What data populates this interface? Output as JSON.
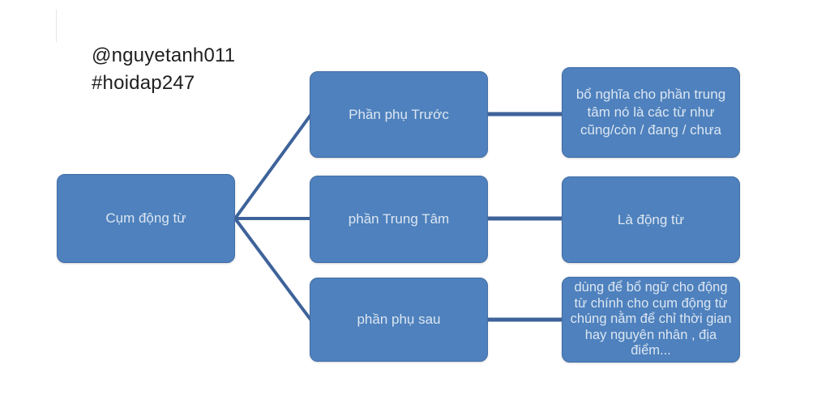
{
  "watermark": {
    "handle": "@nguyetanh011",
    "hashtag": "#hoidap247"
  },
  "diagram": {
    "root": {
      "label": "Cụm động từ"
    },
    "branches": [
      {
        "label": "Phần phụ Trước",
        "description": "bổ nghĩa cho phần trung tâm nó là các từ như cũng/còn / đang / chưa"
      },
      {
        "label": "phần Trung Tâm",
        "description": "Là động từ"
      },
      {
        "label": "phần phụ sau",
        "description": "dùng để bổ ngữ cho động từ chính cho cụm động từ chúng nằm để chỉ thời gian hay nguyên nhân , địa điểm..."
      }
    ],
    "colors": {
      "box_fill": "#4e81bd",
      "box_border": "#436ea6",
      "box_text": "#dce6f2",
      "connector": "#3e639b",
      "watermark_text": "#1f1f1f",
      "background": "#ffffff"
    }
  }
}
